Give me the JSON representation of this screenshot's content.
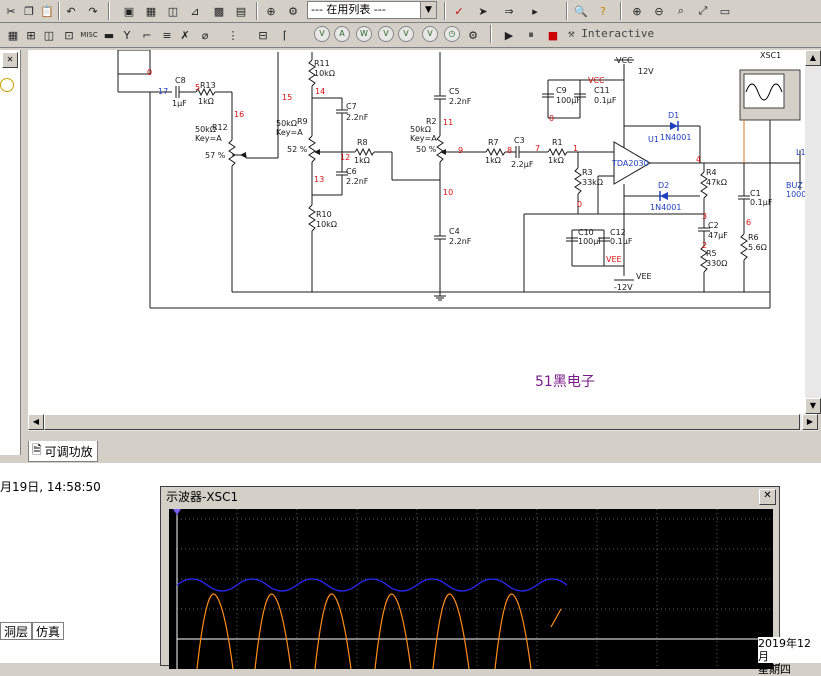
{
  "toolbar": {
    "list_select": "--- 在用列表 ---",
    "interactive_label": "Interactive"
  },
  "circuit": {
    "labels": {
      "xsc1": "XSC1",
      "vcc_top": "VCC",
      "v12": "12V",
      "vcc_red": "VCC",
      "vee": "VEE",
      "vee_red": "VEE",
      "vm12": "-12V",
      "c8": "C8",
      "c8v": "1µF",
      "r13": "R13",
      "r13v": "1kΩ",
      "r12": "R12",
      "r12v": "50kΩ",
      "r12k": "Key=A",
      "r12p": "57 %",
      "r11": "R11",
      "r11v": "10kΩ",
      "r9": "R9",
      "r9v": "50kΩ",
      "r9k": "Key=A",
      "r9p": "52 %",
      "c7": "C7",
      "c7v": "2.2nF",
      "r8": "R8",
      "r8v": "1kΩ",
      "c6": "C6",
      "c6v": "2.2nF",
      "r10": "R10",
      "r10v": "10kΩ",
      "c5": "C5",
      "c5v": "2.2nF",
      "r2": "R2",
      "r2v": "50kΩ",
      "r2k": "Key=A",
      "r2p": "50 %",
      "c4": "C4",
      "c4v": "2.2nF",
      "r7": "R7",
      "r7v": "1kΩ",
      "c3": "C3",
      "c3v": "2.2µF",
      "r1": "R1",
      "r1v": "1kΩ",
      "c9": "C9",
      "c9v": "100µF",
      "c11": "C11",
      "c11v": "0.1µF",
      "r3": "R3",
      "r3v": "33kΩ",
      "c10": "C10",
      "c10v": "100µF",
      "c12": "C12",
      "c12v": "0.1µF",
      "u1": "U1",
      "u1p": "TDA2030",
      "d1": "D1",
      "d1v": "1N4001",
      "d2": "D2",
      "d2v": "1N4001",
      "r4": "R4",
      "r4v": "47kΩ",
      "c2": "C2",
      "c2v": "47µF",
      "r5": "R5",
      "r5v": "330Ω",
      "c1": "C1",
      "c1v": "0.1µF",
      "r6": "R6",
      "r6v": "5.6Ω",
      "buz": "BUZ",
      "buzv": "1000",
      "l1": "L1",
      "n17": "17",
      "n16": "16",
      "n15": "15",
      "n14": "14",
      "n12": "12",
      "n13": "13",
      "n11": "11",
      "n9": "9",
      "n10": "10",
      "n8": "8",
      "n7": "7",
      "n1": "1",
      "n0a": "0",
      "n0b": "0",
      "n4": "4",
      "n3": "3",
      "n2": "2",
      "n6": "6",
      "n5": "5",
      "n0c": "0"
    },
    "watermark": "51黑电子"
  },
  "tab": {
    "label": "可调功放"
  },
  "status": {
    "datetime": "月19日, 14:58:50",
    "bottom_tab1": "洞层",
    "bottom_tab2": "仿真"
  },
  "scope": {
    "title": "示波器-XSC1"
  },
  "clock": {
    "line1": "2019年12月",
    "line2": "星期四"
  },
  "colors": {
    "wire": "#1a1a1a",
    "node_red": "#d81010",
    "node_blue": "#1f3fbf",
    "power_red": "#e01010",
    "scope_blue": "#2b2bff",
    "scope_orange": "#ff8c1a"
  }
}
